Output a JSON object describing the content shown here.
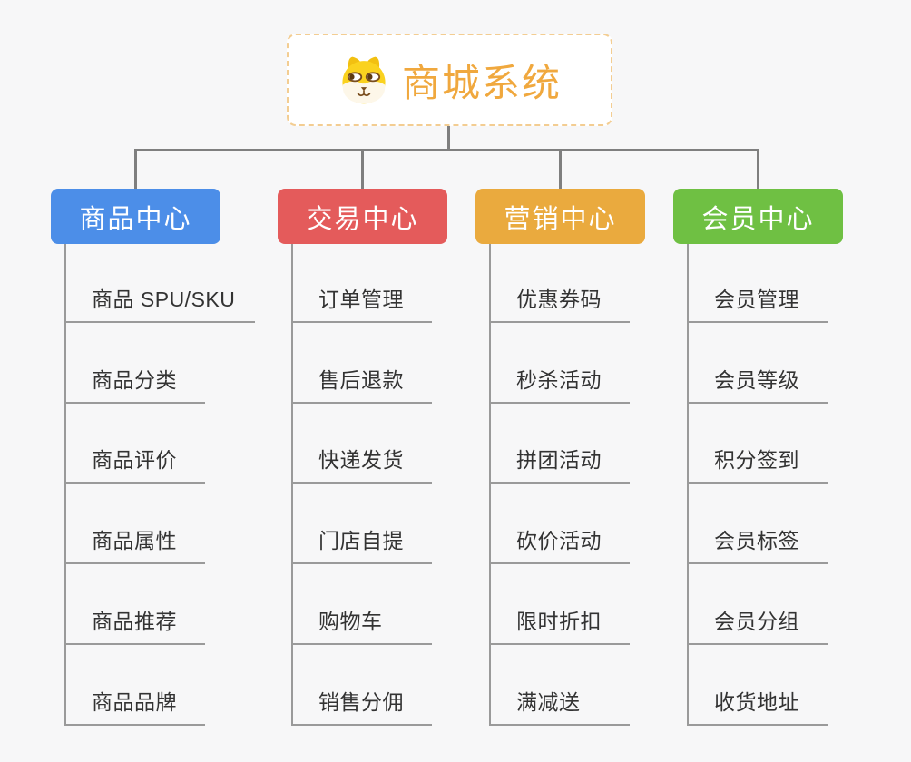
{
  "page": {
    "background_color": "#f7f7f8",
    "connector_color": "#7f7f7f",
    "underline_color": "#9a9a9a"
  },
  "root": {
    "title": "商城系统",
    "title_color": "#f0a83e",
    "border_color": "#f3cd92",
    "icon": "dog-face-icon"
  },
  "branches": [
    {
      "id": "product-center",
      "label": "商品中心",
      "color": "#4c8ee8",
      "items": [
        "商品 SPU/SKU",
        "商品分类",
        "商品评价",
        "商品属性",
        "商品推荐",
        "商品品牌"
      ]
    },
    {
      "id": "trade-center",
      "label": "交易中心",
      "color": "#e45b5b",
      "items": [
        "订单管理",
        "售后退款",
        "快递发货",
        "门店自提",
        "购物车",
        "销售分佣"
      ]
    },
    {
      "id": "marketing-center",
      "label": "营销中心",
      "color": "#eaaa3e",
      "items": [
        "优惠券码",
        "秒杀活动",
        "拼团活动",
        "砍价活动",
        "限时折扣",
        "满减送"
      ]
    },
    {
      "id": "member-center",
      "label": "会员中心",
      "color": "#6fc043",
      "items": [
        "会员管理",
        "会员等级",
        "积分签到",
        "会员标签",
        "会员分组",
        "收货地址"
      ]
    }
  ]
}
